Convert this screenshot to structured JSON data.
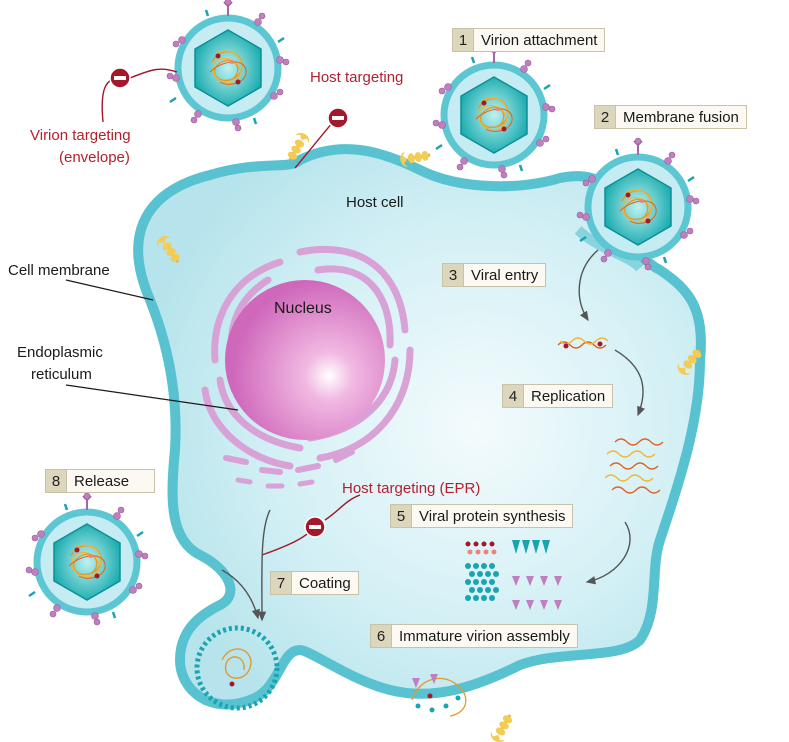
{
  "labels": {
    "host_cell": "Host cell",
    "nucleus": "Nucleus",
    "cell_membrane": "Cell membrane",
    "er_line1": "Endoplasmic",
    "er_line2": "reticulum",
    "virion_targeting_line1": "Virion targeting",
    "virion_targeting_line2": "(envelope)",
    "host_targeting": "Host targeting",
    "host_targeting_epr": "Host targeting (EPR)"
  },
  "steps": [
    {
      "num": "1",
      "label": "Virion attachment"
    },
    {
      "num": "2",
      "label": "Membrane fusion"
    },
    {
      "num": "3",
      "label": "Viral entry"
    },
    {
      "num": "4",
      "label": "Replication"
    },
    {
      "num": "5",
      "label": "Viral protein synthesis"
    },
    {
      "num": "6",
      "label": "Immature virion assembly"
    },
    {
      "num": "7",
      "label": "Coating"
    },
    {
      "num": "8",
      "label": "Release"
    }
  ],
  "colors": {
    "cell_fill": "#c6ecf3",
    "cell_membrane": "#62c7d4",
    "nucleus": "#d77cc4",
    "er": "#d9a2d7",
    "virus_capsid": "#1fb4b8",
    "inhibitor": "#a3182a",
    "label_red": "#b3202e"
  },
  "icons": [
    "inhibitor-icon",
    "virion-icon",
    "host-receptor-icon"
  ]
}
